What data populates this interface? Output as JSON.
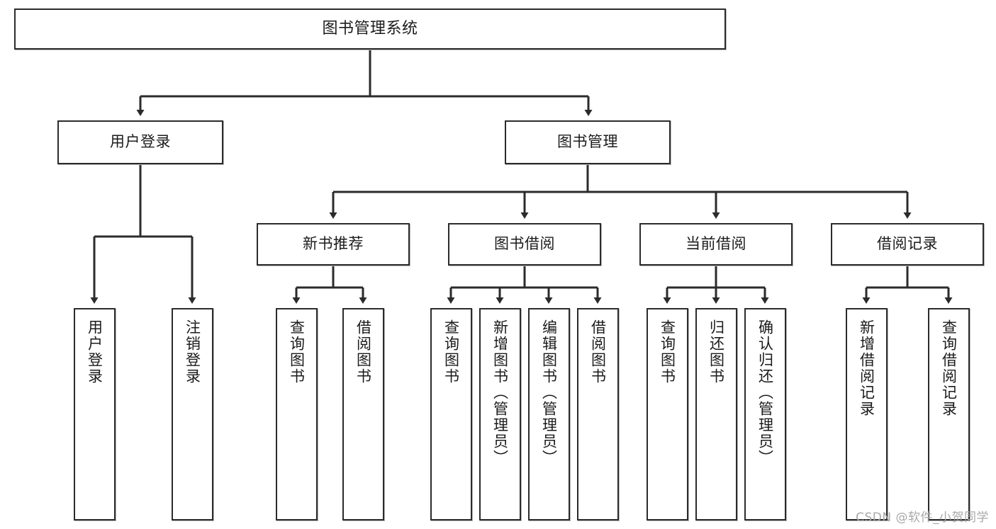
{
  "diagram": {
    "title": "图书管理系统",
    "type": "tree-hierarchy-chart",
    "stroke_color": "#2b2b2b",
    "fill_color": "#ffffff",
    "text_color": "#1b1b1b"
  },
  "nodes": {
    "root": {
      "label": "图书管理系统"
    },
    "level2": [
      {
        "label": "用户登录"
      },
      {
        "label": "图书管理"
      }
    ],
    "level3": [
      {
        "label": "新书推荐"
      },
      {
        "label": "图书借阅"
      },
      {
        "label": "当前借阅"
      },
      {
        "label": "借阅记录"
      }
    ],
    "leaves_user_login": [
      {
        "label": "用户登录"
      },
      {
        "label": "注销登录"
      }
    ],
    "leaves_new_book": [
      {
        "label": "查询图书"
      },
      {
        "label": "借阅图书"
      }
    ],
    "leaves_borrow": [
      {
        "label": "查询图书"
      },
      {
        "label": "新增图书（管理员）"
      },
      {
        "label": "编辑图书（管理员）"
      },
      {
        "label": "借阅图书"
      }
    ],
    "leaves_current": [
      {
        "label": "查询图书"
      },
      {
        "label": "归还图书"
      },
      {
        "label": "确认归还（管理员）"
      }
    ],
    "leaves_records": [
      {
        "label": "新增借阅记录"
      },
      {
        "label": "查询借阅记录"
      }
    ]
  },
  "watermark": {
    "text": "CSDN @软件_小贺同学"
  }
}
